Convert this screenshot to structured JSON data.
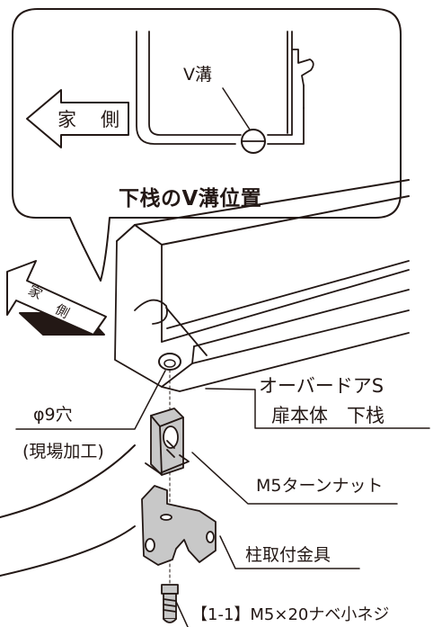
{
  "callout": {
    "title": "下栈のV溝位置",
    "v_groove_label": "V溝",
    "house_side_arrow": [
      "家",
      "側"
    ]
  },
  "house_side_arrow_large": [
    "家",
    "側"
  ],
  "labels": {
    "product_line1": "オーバードアS",
    "product_line2": "扉本体　下栈",
    "hole_line1": "φ9穴",
    "hole_line2": "(現場加工)",
    "turn_nut": "M5ターンナット",
    "bracket": "柱取付金具",
    "screw": "【1-1】M5×20ナベ小ネジ"
  },
  "colors": {
    "line": "#231815",
    "part_fill": "#c8c8c8",
    "arrow_fill": "#ffffff"
  }
}
